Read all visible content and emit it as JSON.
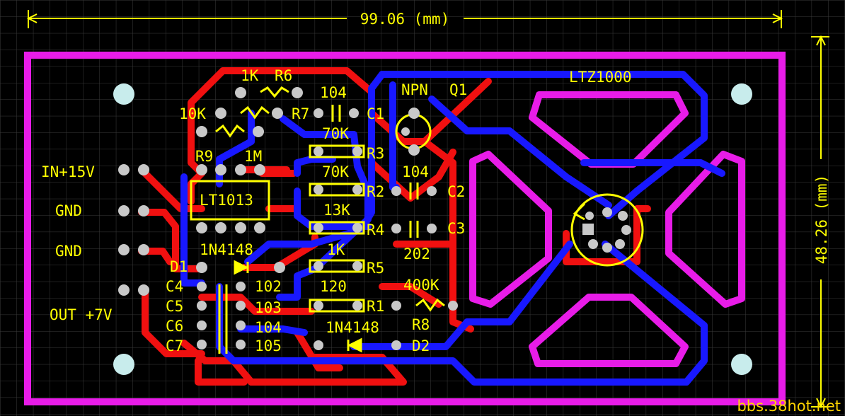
{
  "board": {
    "width_dimension": "99.06 (mm)",
    "height_dimension": "48.26 (mm)",
    "watermark": "bbs.38hot.net"
  },
  "colors": {
    "background": "#000000",
    "grid": "#3a3a3a",
    "board_outline": "#e81ce8",
    "top_copper": "#f01010",
    "bottom_copper": "#1818ff",
    "silkscreen": "#ffff00",
    "pad": "#c8c8c8",
    "mounting_hole": "#c8ecec"
  },
  "connectors": {
    "in_15v": "IN+15V",
    "gnd_1": "GND",
    "gnd_2": "GND",
    "out_7v": "OUT +7V"
  },
  "components": {
    "r6_value": "1K",
    "r6_ref": "R6",
    "c1_value": "104",
    "c1_ref": "C1",
    "r7_value": "10K",
    "r7_ref": "R7",
    "q1_type": "NPN",
    "q1_ref": "Q1",
    "ref_ic": "LTZ1000",
    "r3_value": "70K",
    "r3_ref": "R3",
    "r9_ref": "R9",
    "r9_value": "1M",
    "r2_value": "70K",
    "r2_ref": "R2",
    "c2_value": "104",
    "c2_ref": "C2",
    "opamp": "LT1013",
    "r4_value": "13K",
    "r4_ref": "R4",
    "c3_ref": "C3",
    "c3_value": "202",
    "d1_type": "1N4148",
    "d1_ref": "D1",
    "r5_value": "1K",
    "r5_ref": "R5",
    "r8_value": "400K",
    "c4_ref": "C4",
    "c4_value": "102",
    "r1_value": "120",
    "r1_ref": "R1",
    "r8_ref": "R8",
    "c5_ref": "C5",
    "c5_value": "103",
    "c6_ref": "C6",
    "c6_value": "104",
    "d2_type": "1N4148",
    "d2_ref": "D2",
    "c7_ref": "C7",
    "c7_value": "105"
  }
}
